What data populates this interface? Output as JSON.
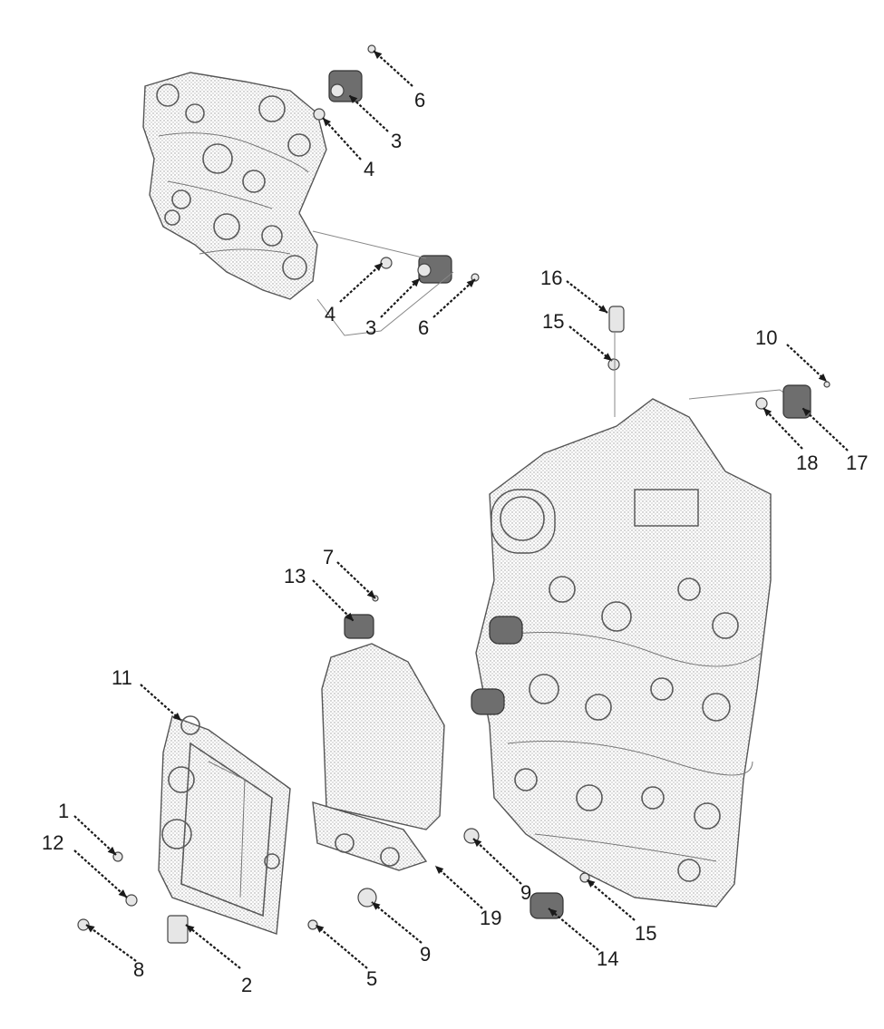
{
  "colors": {
    "background": "#ffffff",
    "line": "#1a1a1a",
    "part_shade": "#9a9a9a"
  },
  "callouts": {
    "c6a": "6",
    "c3a": "3",
    "c4a": "4",
    "c4b": "4",
    "c3b": "3",
    "c6b": "6",
    "c16": "16",
    "c15a": "15",
    "c10": "10",
    "c18": "18",
    "c17": "17",
    "c7": "7",
    "c13": "13",
    "c11": "11",
    "c1": "1",
    "c12": "12",
    "c8": "8",
    "c2": "2",
    "c5": "5",
    "c9a": "9",
    "c9b": "9",
    "c19": "19",
    "c14": "14",
    "c15b": "15"
  }
}
